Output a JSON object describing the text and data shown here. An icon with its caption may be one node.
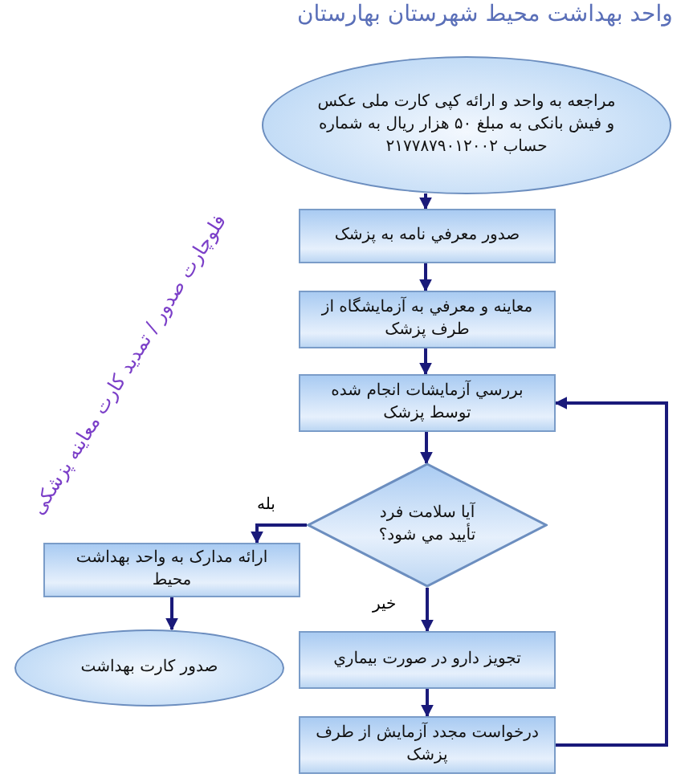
{
  "diagram": {
    "title": "واحد بهداشت محیط شهرستان بهارستان",
    "nodes": [
      {
        "text": [
          "مراجعه به واحد و ارائه کپی کارت ملی عکس و فیش بانکی به مبلغ ۵۰ هزار ریال به شماره حساب ۲۱۷۷۸۷۹۰۱۲۰۰۲"
        ]
      },
      {
        "text": [
          "صدور معرفي نامه به پزشک"
        ]
      },
      {
        "text": [
          "معاینه و معرفي به آزمایشگاه از طرف پزشک"
        ]
      },
      {
        "text": [
          "بررسي آزمایشات انجام شده توسط پزشک"
        ]
      },
      {
        "text": [
          "آیا سلامت فرد تأیید مي شود؟"
        ]
      },
      {
        "text": [
          "ارائه مدارک به واحد بهداشت محیط"
        ]
      },
      {
        "text": [
          "صدور کارت بهداشت"
        ]
      },
      {
        "text": [
          "تجویز دارو در صورت بیماري"
        ]
      },
      {
        "text": [
          "درخواست مجدد آزمایش از طرف پزشک"
        ]
      }
    ],
    "edges": [
      {
        "from": 0,
        "to": 1,
        "arrow": "to"
      },
      {
        "from": 1,
        "to": 2,
        "arrow": "to"
      },
      {
        "from": 2,
        "to": 3,
        "arrow": "to"
      },
      {
        "from": 3,
        "to": 4,
        "arrow": "to"
      },
      {
        "from": 4,
        "to": 5,
        "arrow": "to",
        "label": "بله"
      },
      {
        "from": 4,
        "to": 7,
        "arrow": "to",
        "label": "خیر"
      },
      {
        "from": 5,
        "to": 6,
        "arrow": "to"
      },
      {
        "from": 7,
        "to": 8,
        "arrow": "to"
      },
      {
        "from": 8,
        "to": 3,
        "arrow": "to"
      }
    ],
    "labels": [
      "فلوچارت صدور / تمدید کارت معاینه پزشکی"
    ]
  }
}
